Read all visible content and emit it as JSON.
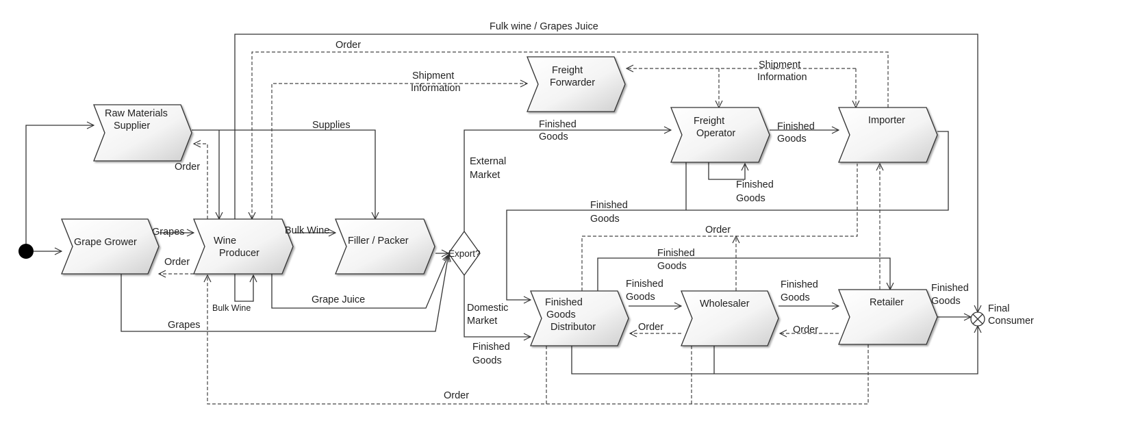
{
  "nodes": {
    "raw_materials_supplier": [
      "Raw Materials",
      "Supplier"
    ],
    "grape_grower": [
      "Grape Grower"
    ],
    "wine_producer": [
      "Wine",
      "Producer"
    ],
    "filler_packer": [
      "Filler / Packer"
    ],
    "export_decision": "Export?",
    "freight_forwarder": [
      "Freight",
      "Forwarder"
    ],
    "freight_operator": [
      "Freight",
      "Operator"
    ],
    "importer": [
      "Importer"
    ],
    "finished_goods_distributor": [
      "Finished",
      "Goods",
      "Distributor"
    ],
    "wholesaler": [
      "Wholesaler"
    ],
    "retailer": [
      "Retailer"
    ],
    "final_consumer": [
      "Final",
      "Consumer"
    ]
  },
  "edge_labels": {
    "bulk_wine_grapes_juice": "Fulk wine / Grapes Juice",
    "order_top": "Order",
    "shipment_info_left": [
      "Shipment",
      "Information"
    ],
    "shipment_info_right": [
      "Shipment",
      "Information"
    ],
    "supplies": "Supplies",
    "order_raw": "Order",
    "grapes_to_producer": "Grapes",
    "order_to_grower": "Order",
    "bulk_wine_to_filler": "Bulk Wine",
    "bulk_wine_loop": "Bulk Wine",
    "grape_juice": "Grape Juice",
    "grapes_bottom": "Grapes",
    "external_market": [
      "External",
      "Market"
    ],
    "finished_goods_to_operator": [
      "Finished",
      "Goods"
    ],
    "finished_goods_to_importer": [
      "Finished",
      "Goods"
    ],
    "finished_goods_operator_loop": [
      "Finished",
      "Goods"
    ],
    "finished_goods_to_distributor_import": [
      "Finished",
      "Goods"
    ],
    "order_middle": "Order",
    "finished_goods_to_retailer": [
      "Finished",
      "Goods"
    ],
    "domestic_market": [
      "Domestic",
      "Market"
    ],
    "finished_goods_domestic": [
      "Finished",
      "Goods"
    ],
    "finished_goods_to_wholesaler": [
      "Finished",
      "Goods"
    ],
    "order_to_distributor": "Order",
    "finished_goods_wholesaler_retailer": [
      "Finished",
      "Goods"
    ],
    "order_to_wholesaler": "Order",
    "finished_goods_to_consumer": [
      "Finished",
      "Goods"
    ],
    "order_bottom": "Order"
  }
}
